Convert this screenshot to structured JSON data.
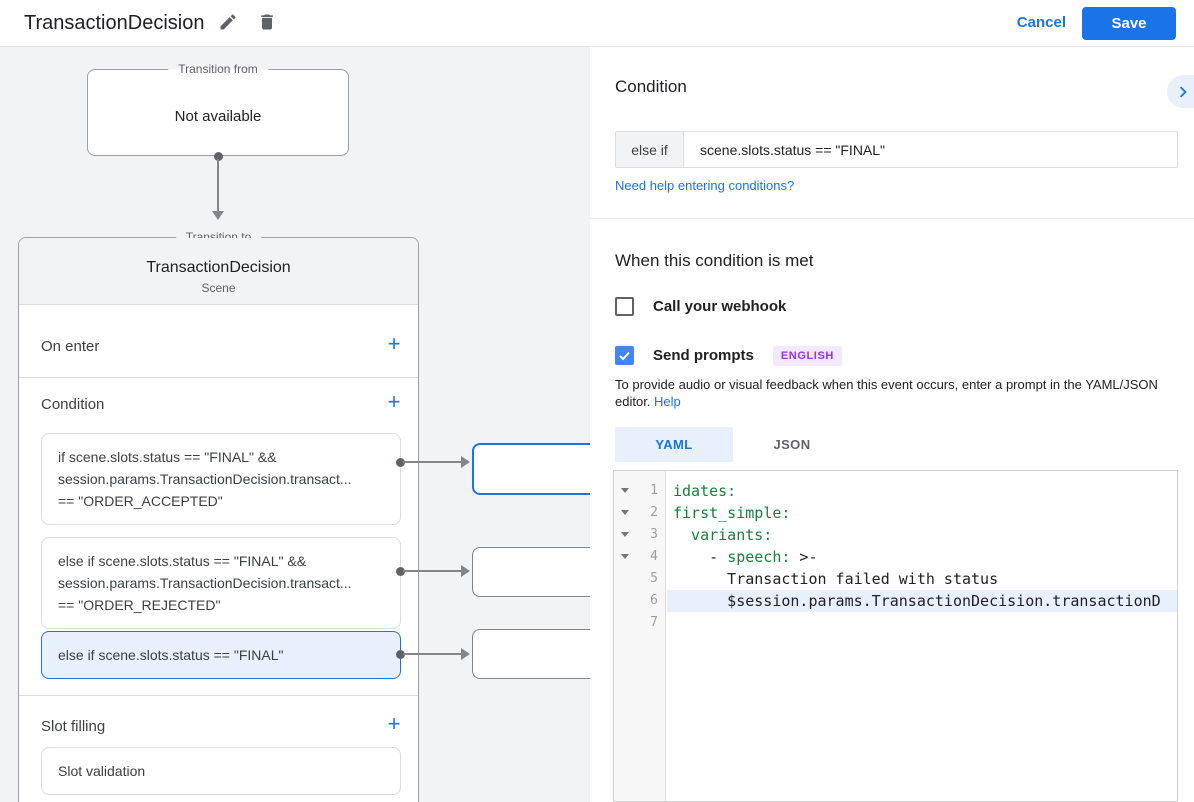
{
  "header": {
    "title": "TransactionDecision",
    "cancel_label": "Cancel",
    "save_label": "Save"
  },
  "icons": {
    "add": "+"
  },
  "colors": {
    "accent": "#1a73e8",
    "selected_bg": "#e8f0fe",
    "checkbox_checked": "#4285f4",
    "yaml_key": "#188038",
    "badge_bg": "#f3e8fd",
    "badge_text": "#9334e6"
  },
  "canvas": {
    "transition_from": {
      "legend": "Transition from",
      "value": "Not available"
    },
    "transition_to": {
      "legend": "Transition to",
      "title": "TransactionDecision",
      "subtitle": "Scene"
    },
    "sections": {
      "on_enter": "On enter",
      "condition": "Condition",
      "slot_filling": "Slot filling"
    },
    "conditions": [
      {
        "selected": false,
        "lines": [
          "if scene.slots.status == \"FINAL\" &&",
          "session.params.TransactionDecision.transact...",
          "== \"ORDER_ACCEPTED\""
        ]
      },
      {
        "selected": false,
        "lines": [
          "else if scene.slots.status == \"FINAL\" &&",
          "session.params.TransactionDecision.transact...",
          "== \"ORDER_REJECTED\""
        ]
      },
      {
        "selected": true,
        "lines": [
          "else if scene.slots.status == \"FINAL\""
        ]
      }
    ],
    "slot_card": "Slot validation"
  },
  "panel": {
    "condition_heading": "Condition",
    "condition_prefix": "else if",
    "condition_value": "scene.slots.status == \"FINAL\"",
    "help_link": "Need help entering conditions?",
    "when_heading": "When this condition is met",
    "webhook_label": "Call your webhook",
    "prompts_label": "Send prompts",
    "language_badge": "ENGLISH",
    "description": "To provide audio or visual feedback when this event occurs, enter a prompt in the YAML/JSON editor.",
    "help_label": "Help",
    "tabs": [
      {
        "label": "YAML",
        "active": true
      },
      {
        "label": "JSON",
        "active": false
      }
    ]
  },
  "editor": {
    "gutter": [
      {
        "num": "1"
      },
      {
        "num": "2"
      },
      {
        "num": "3"
      },
      {
        "num": "4"
      },
      {
        "num": "5"
      },
      {
        "num": "6"
      },
      {
        "num": "7"
      }
    ],
    "lines": {
      "l1": "idates:",
      "l2": "first_simple:",
      "l3": "  variants:",
      "l4_pre": "    - ",
      "l4_key": "speech:",
      "l4_post": " >-",
      "l5": "      Transaction failed with status",
      "l6": "      $session.params.TransactionDecision.transactionD"
    }
  }
}
